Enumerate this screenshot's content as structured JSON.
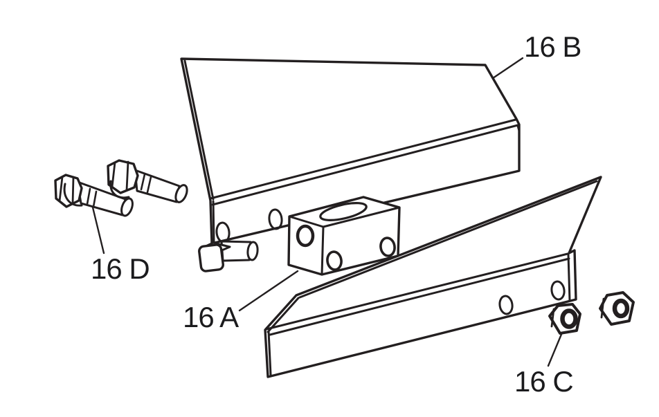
{
  "diagram": {
    "background": "#ffffff",
    "line_color": "#231f20",
    "text_color": "#1b1b1d",
    "labels": {
      "a": {
        "text": "16 A"
      },
      "b": {
        "text": "16 B"
      },
      "c": {
        "text": "16 C"
      },
      "d": {
        "text": "16 D"
      }
    }
  }
}
